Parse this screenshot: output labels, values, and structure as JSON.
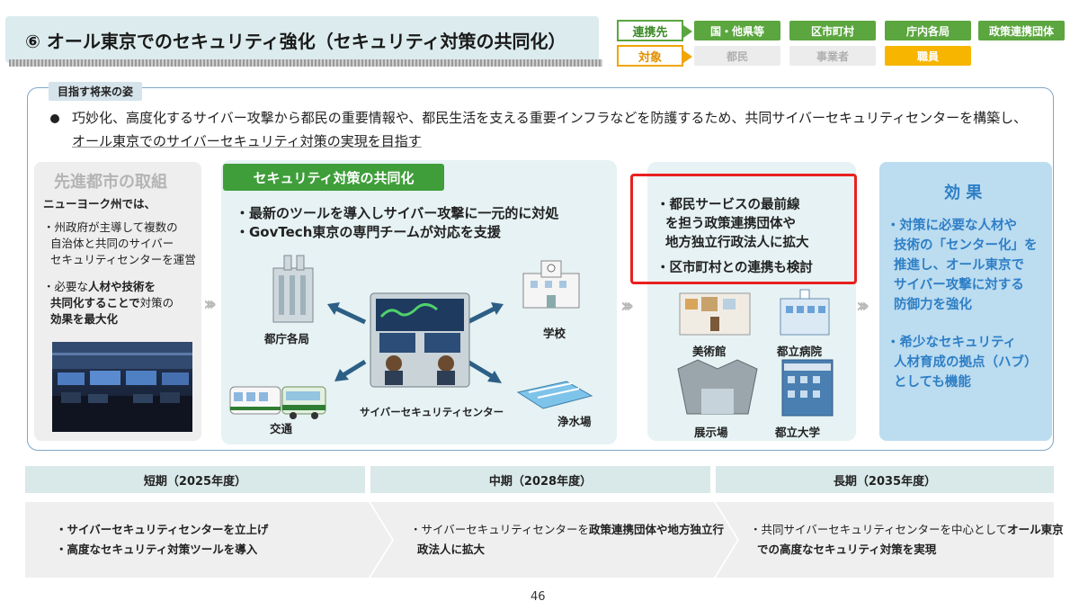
{
  "header": {
    "title": "⑥ オール東京でのセキュリティ強化（セキュリティ対策の共同化）",
    "partner_label": "連携先",
    "target_label": "対象",
    "partners": [
      "国・他県等",
      "区市町村",
      "庁内各局",
      "政策連携団体"
    ],
    "targets": [
      "都民",
      "事業者",
      "職員"
    ]
  },
  "vision": {
    "tag": "目指す将来の姿",
    "line1": "巧妙化、高度化するサイバー攻撃から都民の重要情報や、都民生活を支える重要インフラなどを防護するため、共同サイバーセキュリティセンターを構築し、",
    "line2": "オール東京でのサイバーセキュリティ対策の実現を目指す"
  },
  "city": {
    "title": "先進都市の取組",
    "lead": "ニューヨーク州では、",
    "p1_1": "・州政府が主導して複数の",
    "p1_2": "自治体と共同のサイバー",
    "p1_3": "セキュリティセンターを運営",
    "p2_1a": "・必要な",
    "p2_1b": "人材や技術を",
    "p2_2": "共同化することで",
    "p2_2b": "対策の",
    "p2_3": "効果を最大化"
  },
  "center": {
    "badge": "セキュリティ対策の共同化",
    "line1": "・最新のツールを導入しサイバー攻撃に一元的に対処",
    "line2": "・GovTech東京の専門チームが対応を支援",
    "labels": {
      "gov": "都庁各局",
      "school": "学校",
      "transit": "交通",
      "center": "サイバーセキュリティセンター",
      "water": "浄水場"
    }
  },
  "right": {
    "line1": "・都民サービスの最前線",
    "line2": "を担う政策連携団体や",
    "line3": "地方独立行政法人に拡大",
    "line4": "・区市町村との連携も検討",
    "labels": {
      "museum": "美術館",
      "hospital": "都立病院",
      "expo": "展示場",
      "univ": "都立大学"
    }
  },
  "effect": {
    "title": "効 果",
    "l1": "・対策に必要な人材や",
    "l2": "技術の「センター化」を",
    "l3": "推進し、オール東京で",
    "l4": "サイバー攻撃に対する",
    "l5": "防御力を強化",
    "l6": "・希少なセキュリティ",
    "l7": "人材育成の拠点（ハブ）",
    "l8": "としても機能"
  },
  "timeline": {
    "short_head": "短期（2025年度）",
    "mid_head": "中期（2028年度）",
    "long_head": "長期（2035年度）",
    "short_1": "・サイバーセキュリティセンターを立上げ",
    "short_2": "・高度なセキュリティ対策ツールを導入",
    "mid_1a": "・サイバーセキュリティセンターを",
    "mid_1b": "政策連携団体や地方独立行",
    "mid_2": "政法人に拡大",
    "long_1a": "・共同サイバーセキュリティセンターを中心として",
    "long_1b": "オール東京",
    "long_2": "での高度なセキュリティ対策を実現"
  },
  "page_number": "46"
}
